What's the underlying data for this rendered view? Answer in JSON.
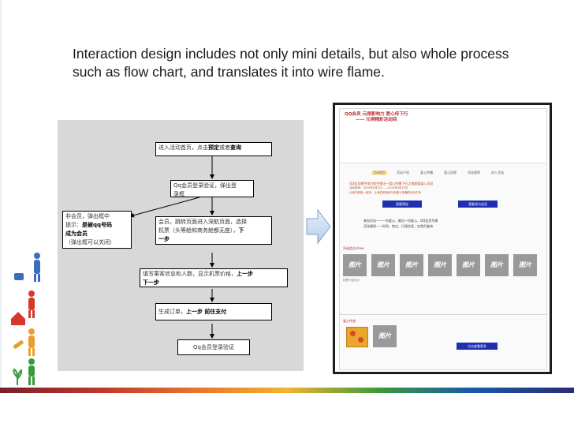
{
  "heading_text": "Interaction design includes not only mini details, but also whole process such as flow chart, and translates it into wire flame.",
  "flowchart": {
    "box1": {
      "pre": "进入活动首页，点击",
      "b1": "预定",
      "mid": "或者",
      "b2": "查询"
    },
    "box2": {
      "line1": "Qq会员登录验证，弹出登",
      "line2": "录框"
    },
    "box3": {
      "line1": "非会员，弹出框中",
      "line2": "提示：",
      "b1": "是被qq号码",
      "b2": "成为会员",
      "line3": "（弹出框可以关闭）"
    },
    "box4": {
      "line1": "会员，跳转页面进入深航页面，选择",
      "line2": "机票（头等舱和商务舱都无座），",
      "b1": "下",
      "b2": "一步"
    },
    "box5": {
      "line1": "填写乘客信息和人数，显示机票价格，",
      "b1": "上一步",
      "b2": "下一步"
    },
    "box6": {
      "pre": "生成订单，",
      "b1": "上一步",
      "b2": "前往支付"
    },
    "box7": {
      "label": "Qq会员登录验证"
    }
  },
  "wireframe": {
    "promo_title_1": "QQ会员 元得影响力 爱心传下行",
    "promo_title_2": "—— 元得精彩活动回",
    "tabs": [
      "活动首页",
      "活动介绍",
      "爱心传播",
      "爱心回馈",
      "活动规则",
      "进入活动"
    ],
    "intro_1": "QQ会员携手南方航空推出一爱心传播下行之旅超值爱心活动",
    "intro_2": "活动时间：2010年9月1日——2010年9月15日",
    "intro_3": "让我们积极一起来，让我们积极参与到爱心传播的活动中来",
    "btn_left": "我要预定",
    "btn_right": "我要成为会员",
    "rule_1": "参加活动——一份爱心，献出一份爱心，QQ会员专属",
    "rule_2": "活动规则——时间、地点、行程信息，在首页查询",
    "section1_title": "升级会员show",
    "pic_label": "图片",
    "pic_caption": "机票介绍文字",
    "section2_title": "爱心传递",
    "bottom_btn": "点击查看更多"
  }
}
